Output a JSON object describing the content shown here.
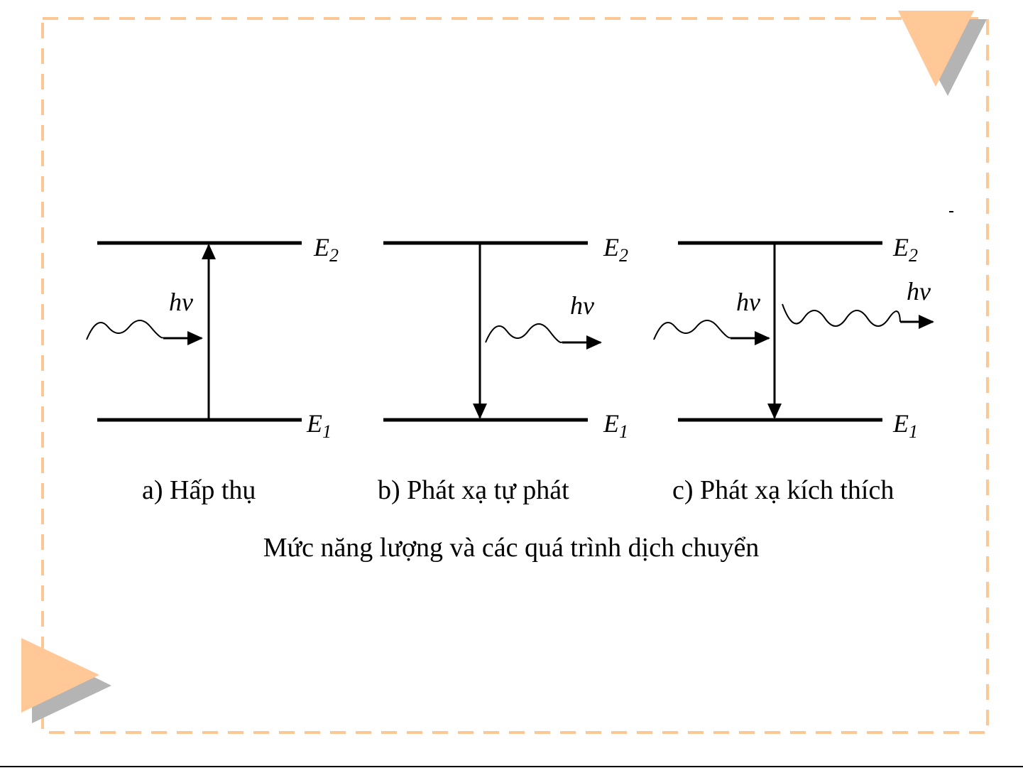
{
  "colors": {
    "border": "#fbc895",
    "triangle": "#ffc896",
    "shadow": "#b4b4b4",
    "ink": "#000000"
  },
  "levels": {
    "upper": "E",
    "upper_sub": "2",
    "lower": "E",
    "lower_sub": "1"
  },
  "photon_label": "hν",
  "panels": [
    {
      "caption": "a) Hấp thụ"
    },
    {
      "caption": "b) Phát xạ tự phát"
    },
    {
      "caption": "c) Phát xạ kích thích"
    }
  ],
  "figure_caption": "Mức năng lượng và các quá trình dịch chuyển"
}
